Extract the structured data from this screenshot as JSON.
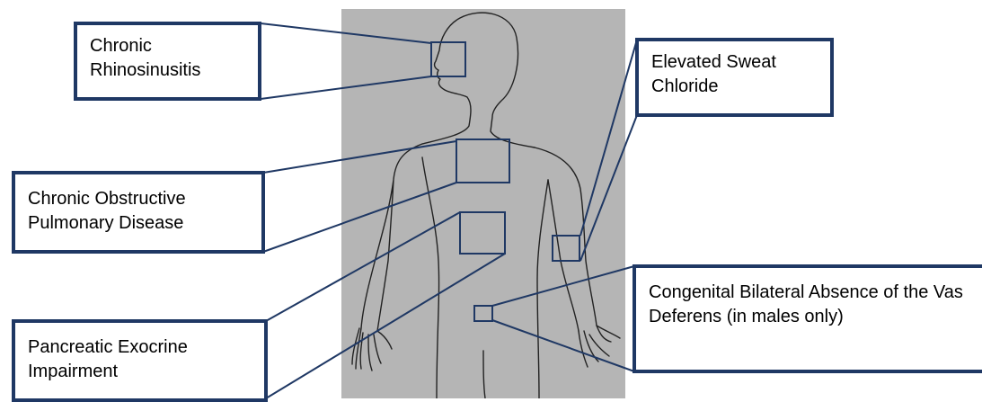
{
  "labels": {
    "rhinosinusitis": "Chronic Rhinosinusitis",
    "copd": "Chronic Obstructive Pulmonary Disease",
    "pancreatic": "Pancreatic Exocrine Impairment",
    "sweat": "Elevated Sweat Chloride",
    "cbavd": "Congenital Bilateral Absence of the Vas Deferens (in males only)"
  },
  "colors": {
    "box_border": "#1f3864",
    "connector": "#1f3864",
    "figure_background": "#b5b5b5",
    "outline": "#222222"
  }
}
